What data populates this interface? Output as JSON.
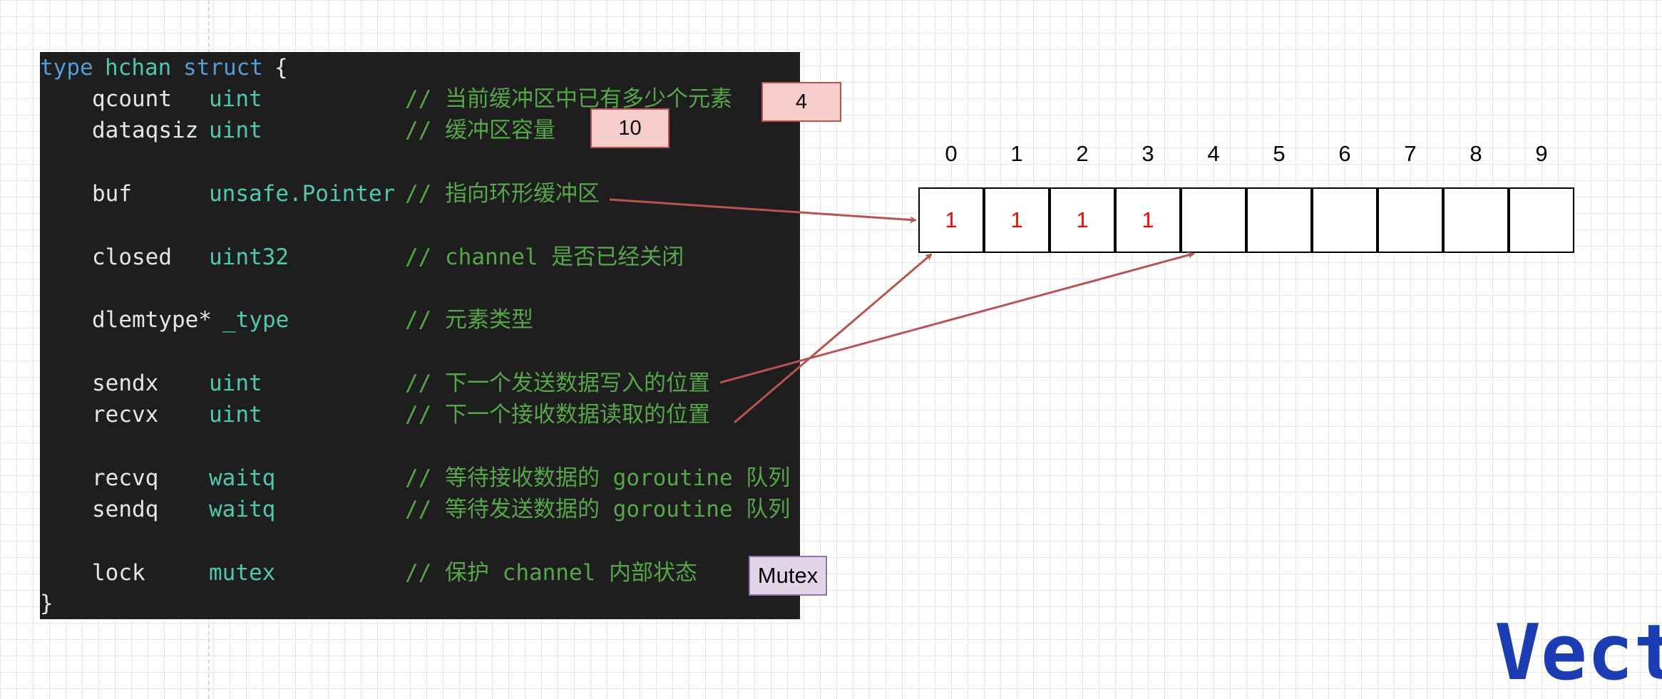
{
  "code": {
    "line0": {
      "kw1": "type",
      "name": "hchan",
      "kw2": "struct",
      "brace": "{"
    },
    "qcount": {
      "field": "qcount",
      "type": "uint",
      "comment": "// 当前缓冲区中已有多少个元素"
    },
    "dataqsiz": {
      "field": "dataqsiz",
      "type": "uint",
      "comment": "// 缓冲区容量"
    },
    "buf": {
      "field": "buf",
      "type": "unsafe.Pointer",
      "comment": "// 指向环形缓冲区"
    },
    "closed": {
      "field": "closed",
      "type": "uint32",
      "comment": "// channel 是否已经关闭"
    },
    "elemtype": {
      "field": "dlemtype*",
      "type": "_type",
      "comment": "// 元素类型"
    },
    "sendx": {
      "field": "sendx",
      "type": "uint",
      "comment": "// 下一个发送数据写入的位置"
    },
    "recvx": {
      "field": "recvx",
      "type": "uint",
      "comment": "// 下一个接收数据读取的位置"
    },
    "recvq": {
      "field": "recvq",
      "type": "waitq",
      "comment": "// 等待接收数据的 goroutine 队列"
    },
    "sendq": {
      "field": "sendq",
      "type": "waitq",
      "comment": "// 等待发送数据的 goroutine 队列"
    },
    "lock": {
      "field": "lock",
      "type": "mutex",
      "comment": "// 保护 channel 内部状态"
    },
    "close_brace": "}"
  },
  "tags": {
    "qcount_value": "4",
    "dataqsiz_value": "10",
    "mutex": "Mutex"
  },
  "buffer": {
    "indices": [
      "0",
      "1",
      "2",
      "3",
      "4",
      "5",
      "6",
      "7",
      "8",
      "9"
    ],
    "cells": [
      "1",
      "1",
      "1",
      "1",
      "",
      "",
      "",
      "",
      "",
      ""
    ]
  },
  "watermark": "Vect",
  "colors": {
    "code_bg": "#1e1e1e",
    "keyword": "#569cd6",
    "type": "#4ec9b0",
    "comment": "#57a64a",
    "identifier": "#e6e6e6",
    "arrow": "#b85450",
    "tag_red_fill": "#f8cecc",
    "tag_purple_fill": "#e1d5e7",
    "cell_value": "#ff0000",
    "watermark": "#1c3cb4"
  }
}
